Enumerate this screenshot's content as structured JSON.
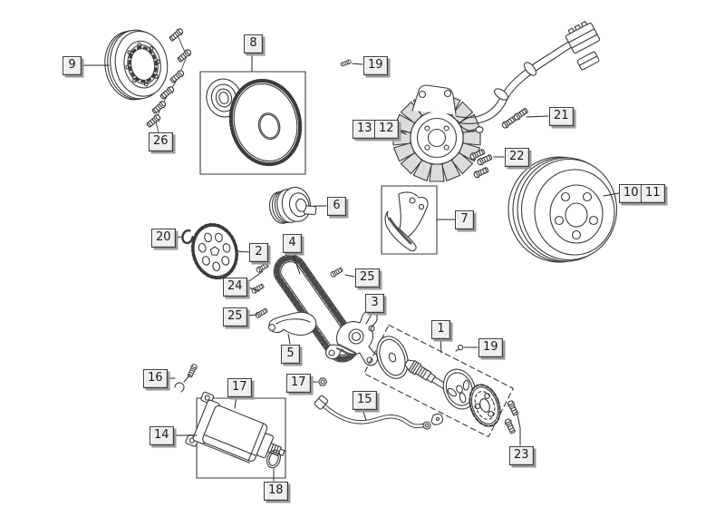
{
  "callouts": {
    "c1": "1",
    "c2": "2",
    "c3": "3",
    "c4": "4",
    "c5": "5",
    "c6": "6",
    "c7": "7",
    "c8": "8",
    "c9": "9",
    "c10": "10",
    "c11": "11",
    "c12": "12",
    "c13": "13",
    "c14": "14",
    "c15": "15",
    "c16": "16",
    "c17a": "17",
    "c17b": "17",
    "c18": "18",
    "c19a": "19",
    "c19b": "19",
    "c20": "20",
    "c21": "21",
    "c22": "22",
    "c23": "23",
    "c24": "24",
    "c25a": "25",
    "c25b": "25",
    "c26": "26"
  },
  "colors": {
    "line": "#3a3a3a",
    "label_bg": "#efefef",
    "label_border": "#3c3c3c",
    "label_shadow": "#9a9a9a",
    "coil_fill": "#dcdcdc",
    "dark_detail": "#555555"
  }
}
